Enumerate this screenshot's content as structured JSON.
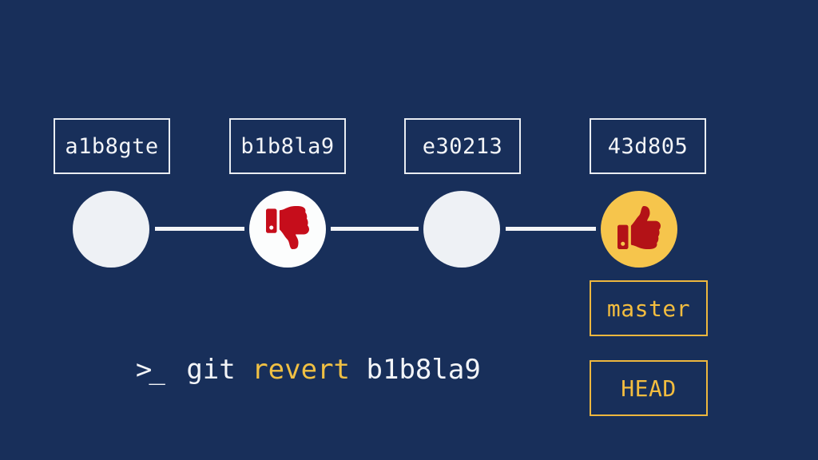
{
  "theme": {
    "background": "#182f5a",
    "box_border_white": "#e9edf2",
    "text_white": "#f3f5f8",
    "gold_text": "#f3bd3f",
    "gold_border": "#edb73e",
    "gold_node_fill": "#f6c54c",
    "node_fill_offwhite": "#eef1f5",
    "node_fill_white": "#fcfdfd",
    "thumb_down_red": "#c60d1b",
    "thumb_up_red": "#b31217"
  },
  "commits": [
    {
      "id": "a1b8gte",
      "node": "plain-circle"
    },
    {
      "id": "b1b8la9",
      "node": "thumbs-down"
    },
    {
      "id": "e30213",
      "node": "plain-circle"
    },
    {
      "id": "43d805",
      "node": "thumbs-up"
    }
  ],
  "terminal": {
    "prompt": ">_",
    "command": " git ",
    "highlight": "revert",
    "argument": " b1b8la9"
  },
  "refs": [
    {
      "label": "master"
    },
    {
      "label": "HEAD"
    }
  ]
}
